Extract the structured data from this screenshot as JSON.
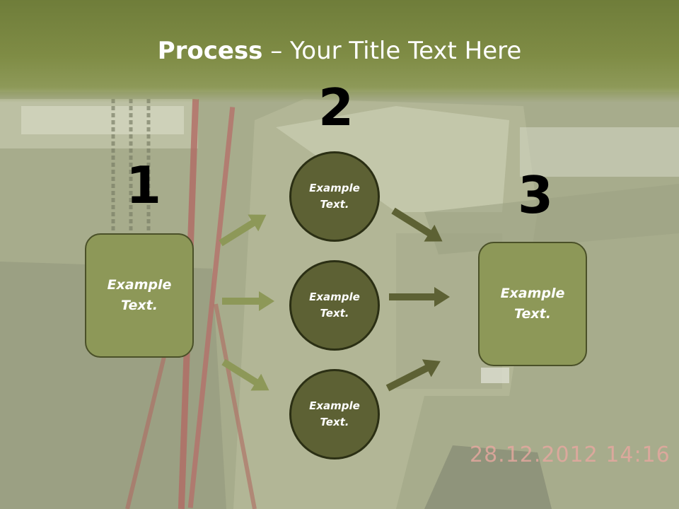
{
  "title": {
    "bold": "Process",
    "rest": " – Your Title Text Here"
  },
  "numbers": {
    "n1": "1",
    "n2": "2",
    "n3": "3"
  },
  "nodes": {
    "left_box": "Example Text.",
    "circle_top": "Example Text.",
    "circle_mid": "Example Text.",
    "circle_bot": "Example Text.",
    "right_box": "Example Text."
  },
  "photo_stamp": "28.12.2012 14:16",
  "colors": {
    "header": "#7f8c45",
    "box_fill": "#8d9858",
    "circle_fill": "#5d6134",
    "left_arrows": "#8d9858",
    "right_arrows": "#5d6134"
  }
}
